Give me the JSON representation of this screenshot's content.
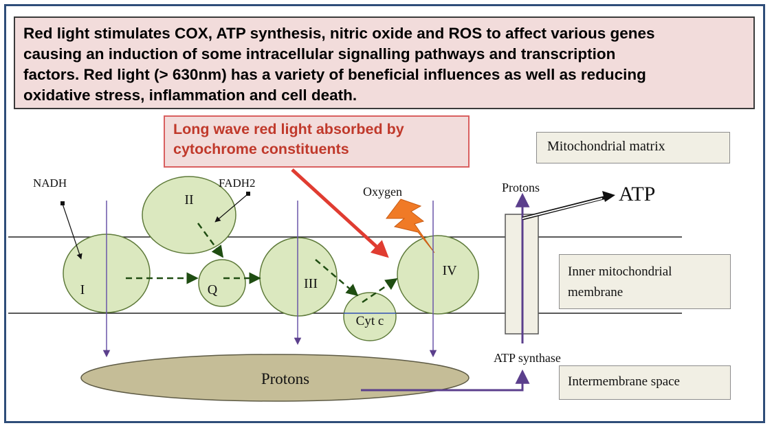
{
  "summary": {
    "lines": [
      "Red light stimulates COX,  ATP synthesis, nitric oxide and ROS to affect various genes",
      "causing an induction of some intracellular signalling pathways and transcription",
      "factors. Red light (> 630nm) has a variety of beneficial influences as well as reducing",
      "oxidative stress, inflammation and cell death."
    ]
  },
  "callout": {
    "lines": [
      "Long wave red light absorbed by",
      "cytochrome constituents"
    ]
  },
  "regions": {
    "matrix": "Mitochondrial  matrix",
    "inner_lines": [
      "Inner mitochondrial",
      "membrane"
    ],
    "intermembrane": "Intermembrane  space"
  },
  "complexes": {
    "c1": "I",
    "c2": "II",
    "q": "Q",
    "c3": "III",
    "cytc": "Cyt c",
    "c4": "IV"
  },
  "labels": {
    "nadh": "NADH",
    "fadh2": "FADH2",
    "oxygen": "Oxygen",
    "protons_top": "Protons",
    "atp": "ATP",
    "atp_synthase": "ATP synthase",
    "protons_pool": "Protons"
  },
  "colors": {
    "complex_fill": "#dbe8bf",
    "complex_stroke": "#5e7a3a",
    "pool_fill": "#c5bd97",
    "proton_arrow": "#5b3f8c",
    "electron_path": "#1f4d12",
    "red_arrow": "#e03c31",
    "lightning": "#f07a26"
  }
}
